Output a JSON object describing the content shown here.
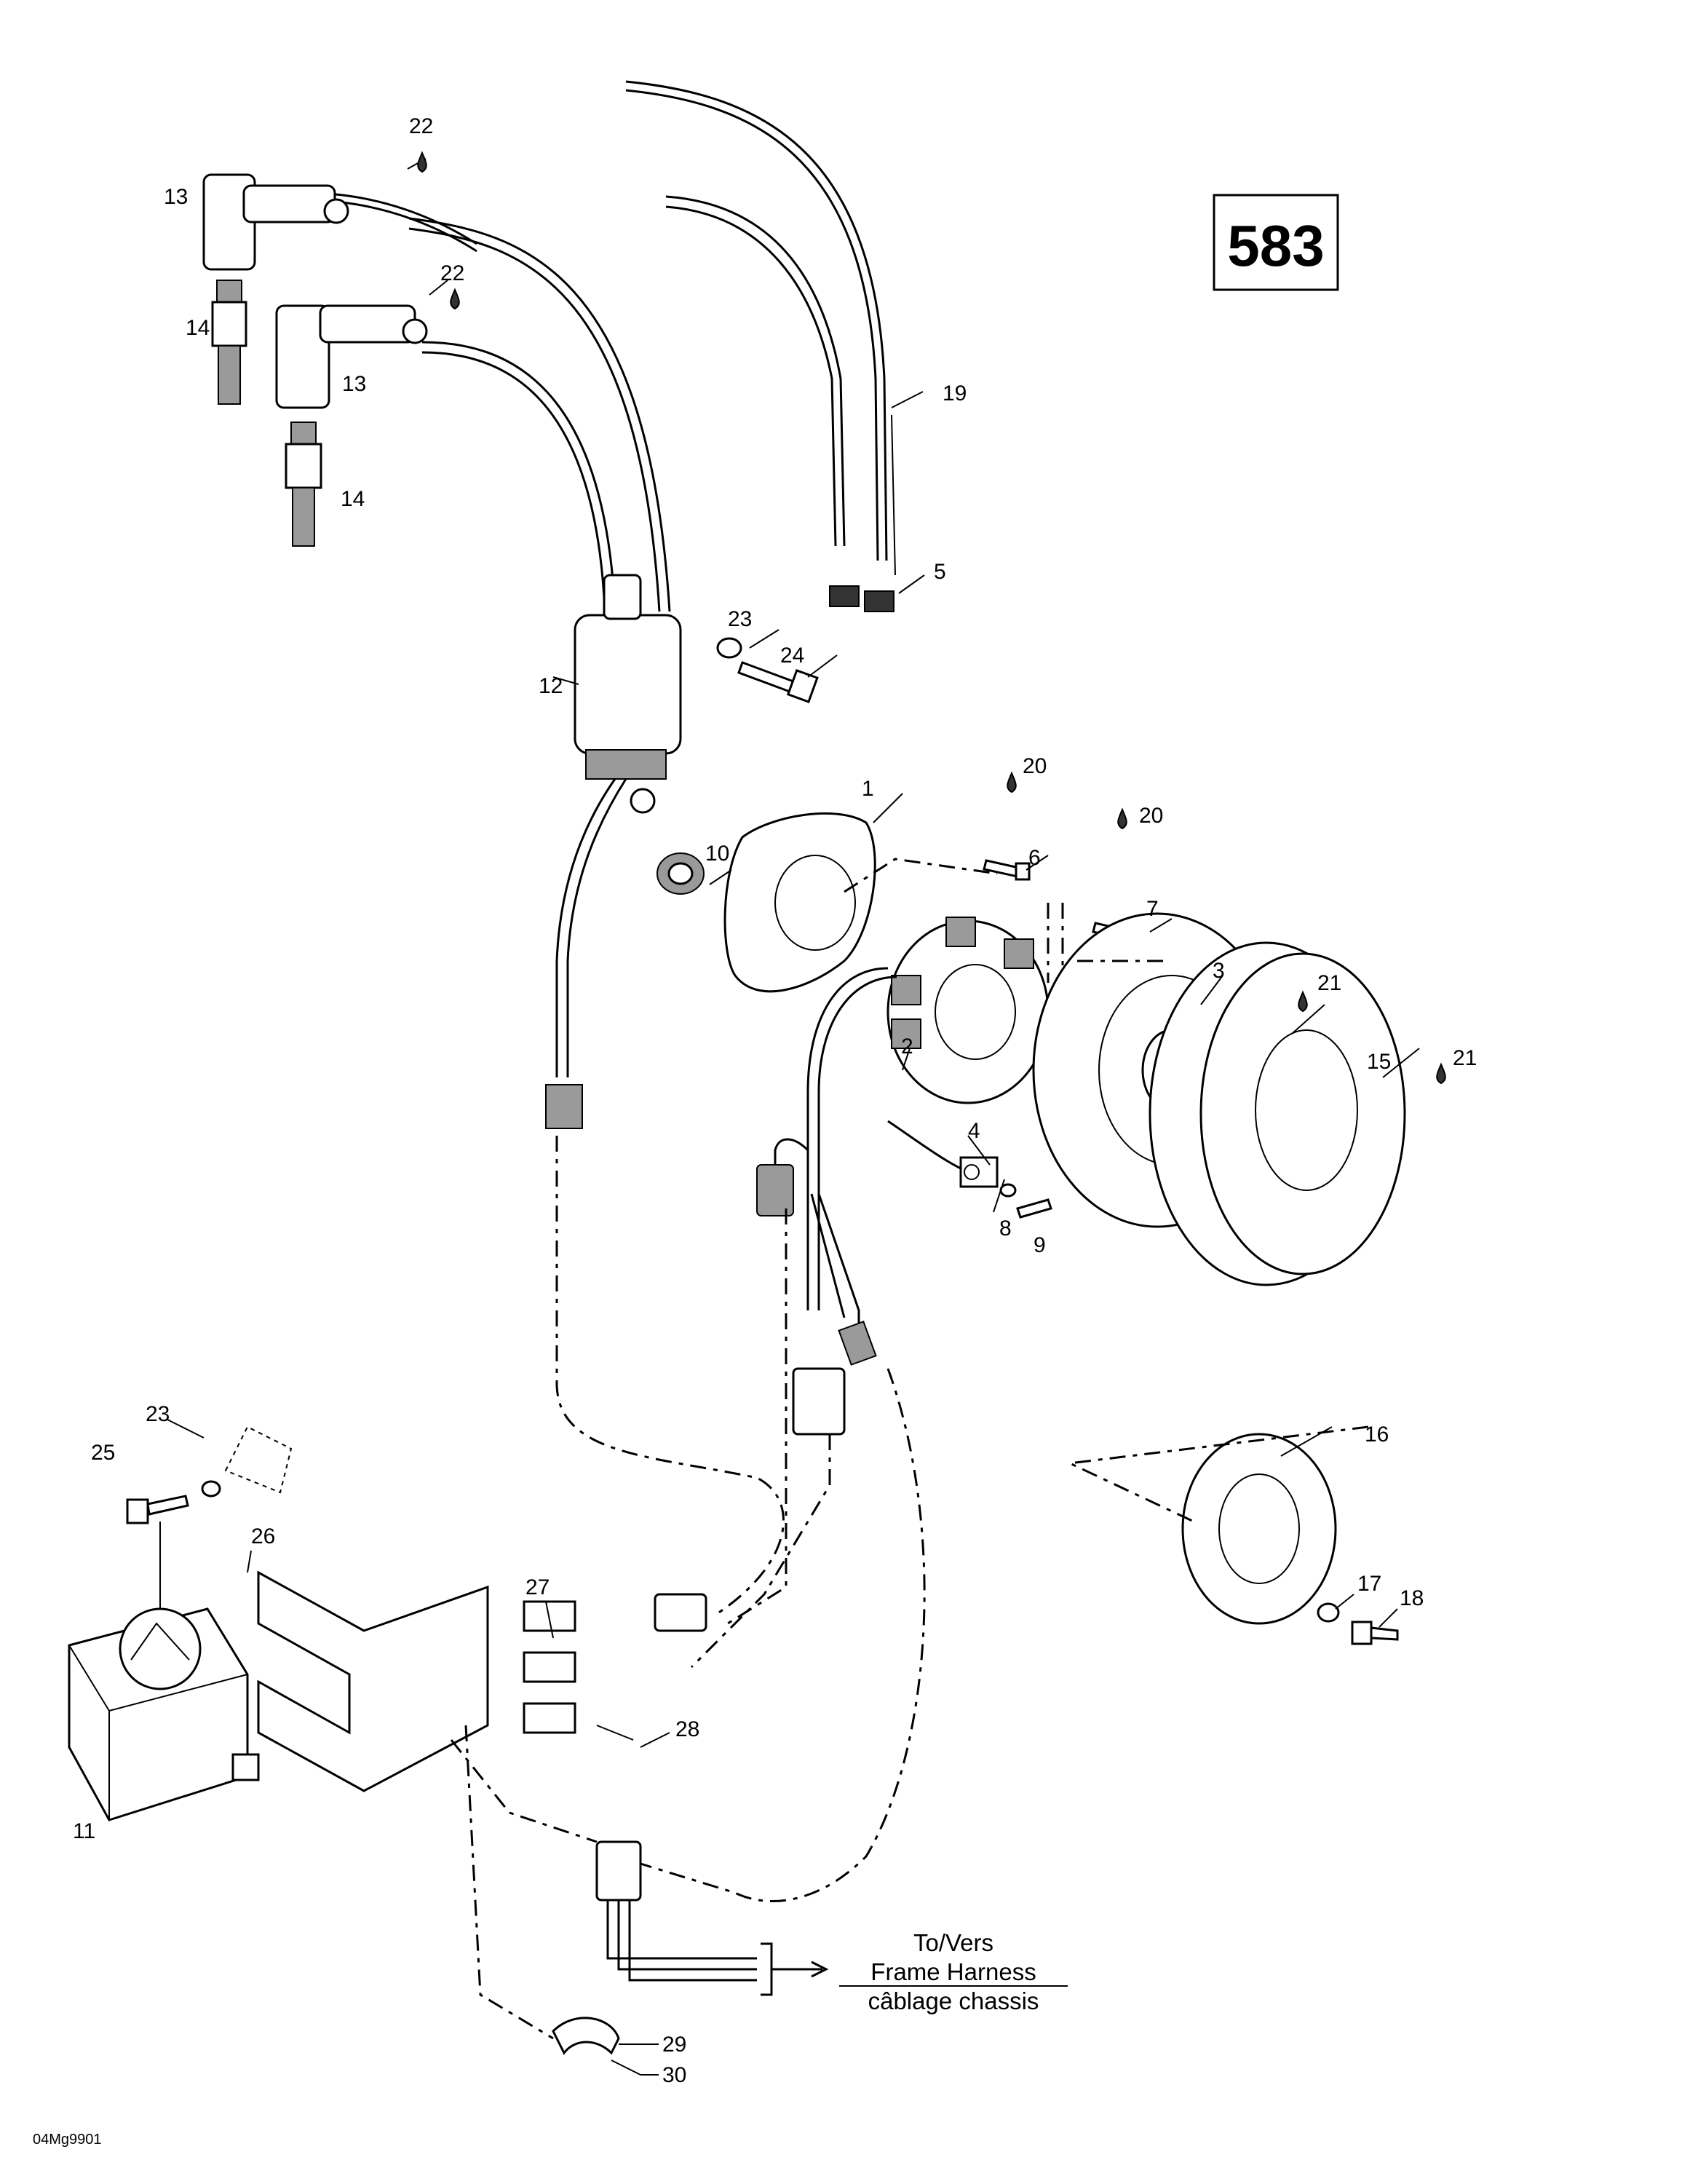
{
  "diagram": {
    "page_code": "583",
    "destination": {
      "line1": "To/Vers",
      "line2": "Frame Harness",
      "line3": "câblage chassis"
    },
    "figure_id": "04Mg9901",
    "callouts": {
      "c1": "1",
      "c2": "2",
      "c3": "3",
      "c4": "4",
      "c5": "5",
      "c6": "6",
      "c7": "7",
      "c8": "8",
      "c9": "9",
      "c10": "10",
      "c11": "11",
      "c12": "12",
      "c13a": "13",
      "c13b": "13",
      "c14a": "14",
      "c14b": "14",
      "c15": "15",
      "c16": "16",
      "c17": "17",
      "c18": "18",
      "c19": "19",
      "c20a": "20",
      "c20b": "20",
      "c21a": "21",
      "c21b": "21",
      "c22a": "22",
      "c22b": "22",
      "c23a": "23",
      "c23b": "23",
      "c24": "24",
      "c25": "25",
      "c26": "26",
      "c27": "27",
      "c28": "28",
      "c29": "29",
      "c30": "30"
    }
  }
}
